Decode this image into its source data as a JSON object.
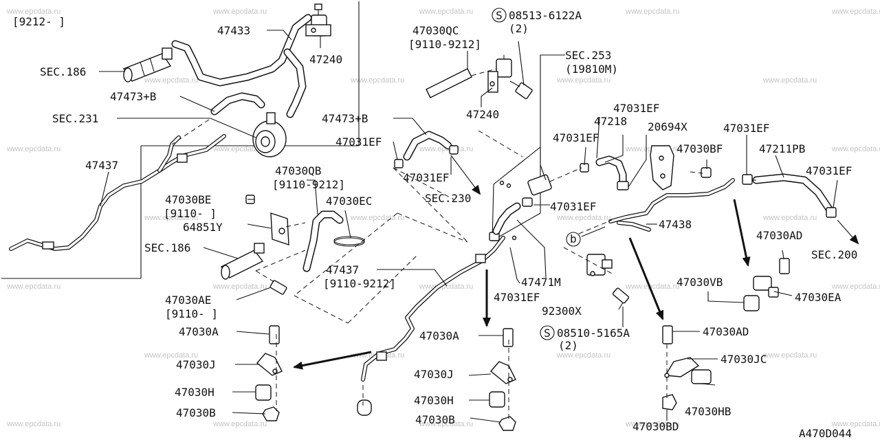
{
  "watermark": "www.epcdata.ru",
  "catalog_code": "A470D044",
  "labels": {
    "l_9212": "[9212-     ]",
    "l_47433": "47433",
    "l_47240a": "47240",
    "l_sec186a": "SEC.186",
    "l_47473b_a": "47473+B",
    "l_sec231": "SEC.231",
    "l_47437a": "47437",
    "l_47030qc": "47030QC",
    "l_9110_9212a": "[9110-9212]",
    "l_08513": "08513-6122A",
    "l_qty2a": "(2)",
    "l_sec253": "SEC.253",
    "l_19810m": "(19810M)",
    "l_47240b": "47240",
    "l_47473b_b": "47473+B",
    "l_47031ef_a": "47031EF",
    "l_47031ef_b": "47031EF",
    "l_sec230": "SEC.230",
    "l_47031ef_c": "47031EF",
    "l_47218": "47218",
    "l_47031ef_d": "47031EF",
    "l_20694x": "20694X",
    "l_47030bf": "47030BF",
    "l_47031ef_e": "47031EF",
    "l_47211pb": "47211PB",
    "l_47031ef_f": "47031EF",
    "l_47031ef_g": "47031EF",
    "l_47030qb": "47030QB",
    "l_9110_9212b": "[9110-9212]",
    "l_47030be": "47030BE",
    "l_9110a": "[9110-     ]",
    "l_64851y": "64851Y",
    "l_47030ec": "47030EC",
    "l_sec186b": "SEC.186",
    "l_47438": "47438",
    "l_47030ad_a": "47030AD",
    "l_sec200": "SEC.200",
    "l_47437b": "47437",
    "l_9110_9212c": "[9110-9212]",
    "l_47471m": "47471M",
    "l_47031ef_h": "47031EF",
    "l_47030vb": "47030VB",
    "l_47030ea": "47030EA",
    "l_47030ae": "47030AE",
    "l_9110b": "[9110-     ]",
    "l_92300x": "92300X",
    "l_47030a_a": "47030A",
    "l_47030a_b": "47030A",
    "l_08510": "08510-5165A",
    "l_qty2b": "(2)",
    "l_47030ad_b": "47030AD",
    "l_47030j_a": "47030J",
    "l_47030j_b": "47030J",
    "l_47030jc": "47030JC",
    "l_47030h_a": "47030H",
    "l_47030h_b": "47030H",
    "l_47030hb": "47030HB",
    "l_47030b_a": "47030B",
    "l_47030b_b": "47030B",
    "l_47030bd": "47030BD",
    "ref_b": "b"
  }
}
